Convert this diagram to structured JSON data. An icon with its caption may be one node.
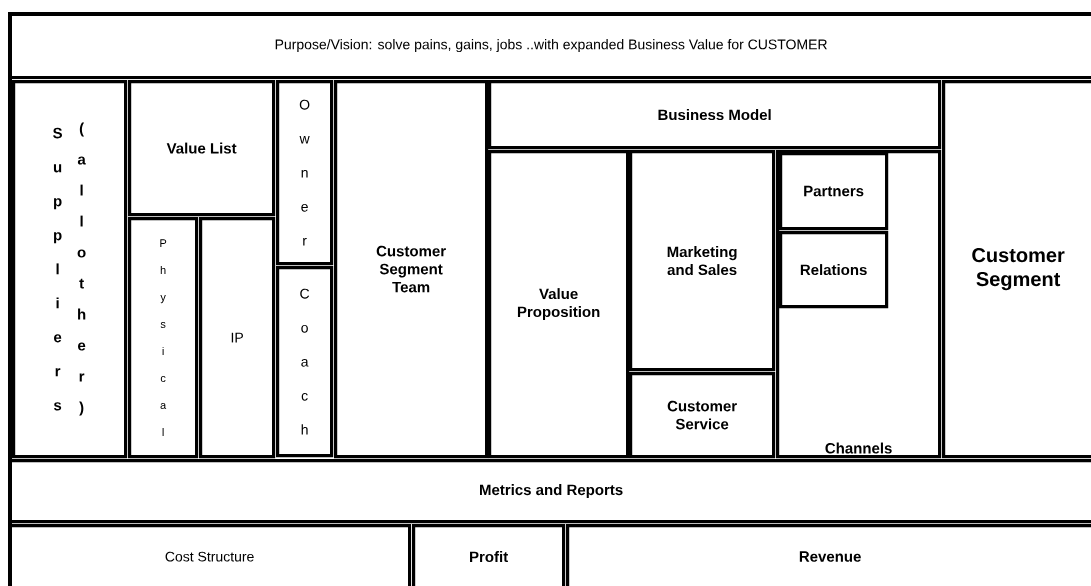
{
  "diagram": {
    "nodes": [
      {
        "text": [
          "Purpose/Vision: solve pains, gains, jobs ..with expanded Business Value for CUSTOMER"
        ]
      },
      {
        "text": [
          "Suppliers",
          "(all other)"
        ]
      },
      {
        "text": [
          "Value List"
        ]
      },
      {
        "text": [
          "Physical"
        ]
      },
      {
        "text": [
          "IP"
        ]
      },
      {
        "text": [
          "Owner"
        ]
      },
      {
        "text": [
          "Coach"
        ]
      },
      {
        "text": [
          "Customer Segment Team"
        ]
      },
      {
        "text": [
          "Business Model"
        ]
      },
      {
        "text": [
          "Value Proposition"
        ]
      },
      {
        "text": [
          "Marketing and Sales"
        ]
      },
      {
        "text": [
          "Customer Service"
        ]
      },
      {
        "text": [
          "Channels"
        ]
      },
      {
        "text": [
          "Partners"
        ],
        "in": 12
      },
      {
        "text": [
          "Relations"
        ],
        "in": 12
      },
      {
        "text": [
          "Customer Segment"
        ]
      },
      {
        "text": [
          "Metrics and Reports"
        ]
      },
      {
        "text": [
          "Cost Structure"
        ]
      },
      {
        "text": [
          "Profit"
        ]
      },
      {
        "text": [
          "Revenue"
        ]
      }
    ]
  }
}
